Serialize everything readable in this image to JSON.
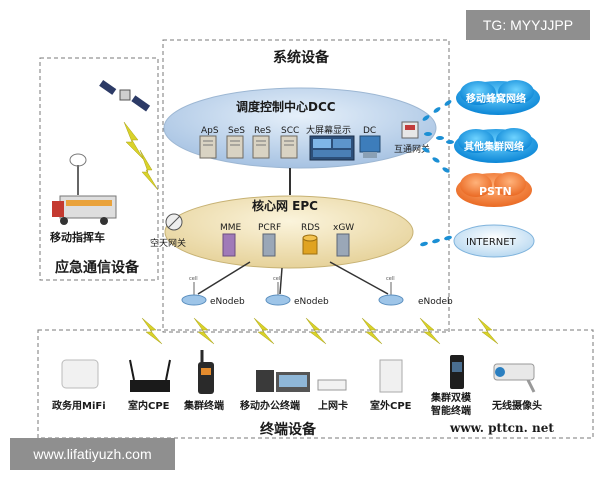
{
  "watermarks": {
    "top_right": "TG: MYYJJPP",
    "bottom_left": "www.lifatiyuzh.com"
  },
  "sections": {
    "system": "系统设备",
    "emergency": "应急通信设备",
    "terminal": "终端设备"
  },
  "dcc": {
    "title": "调度控制中心DCC",
    "items": [
      "ApS",
      "SeS",
      "ReS",
      "SCC",
      "大屏幕显示",
      "DC"
    ],
    "gateway": "互通网关"
  },
  "epc": {
    "title": "核心网 EPC",
    "items": [
      "MME",
      "PCRF",
      "RDS",
      "xGW"
    ]
  },
  "emergency": {
    "vehicle": "移动指挥车",
    "air_gateway": "空天网关"
  },
  "enodeb": {
    "label": "eNodeb",
    "top_tag": "cell"
  },
  "clouds": [
    "移动蜂窝网络",
    "其他集群网络",
    "PSTN",
    "INTERNET"
  ],
  "terminals": [
    "政务用MiFi",
    "室内CPE",
    "集群终端",
    "移动办公终端",
    "上网卡",
    "室外CPE",
    "集群双模\n智能终端",
    "无线摄像头"
  ],
  "website": "www. pttcn. net",
  "colors": {
    "dcc_ellipse": "#bcd3ec",
    "epc_ellipse": "#efe0b4",
    "cloud_blue": "#1da7e8",
    "cloud_orange": "#f4863b",
    "lightning": "#d9d22a",
    "dash": "#888888"
  }
}
